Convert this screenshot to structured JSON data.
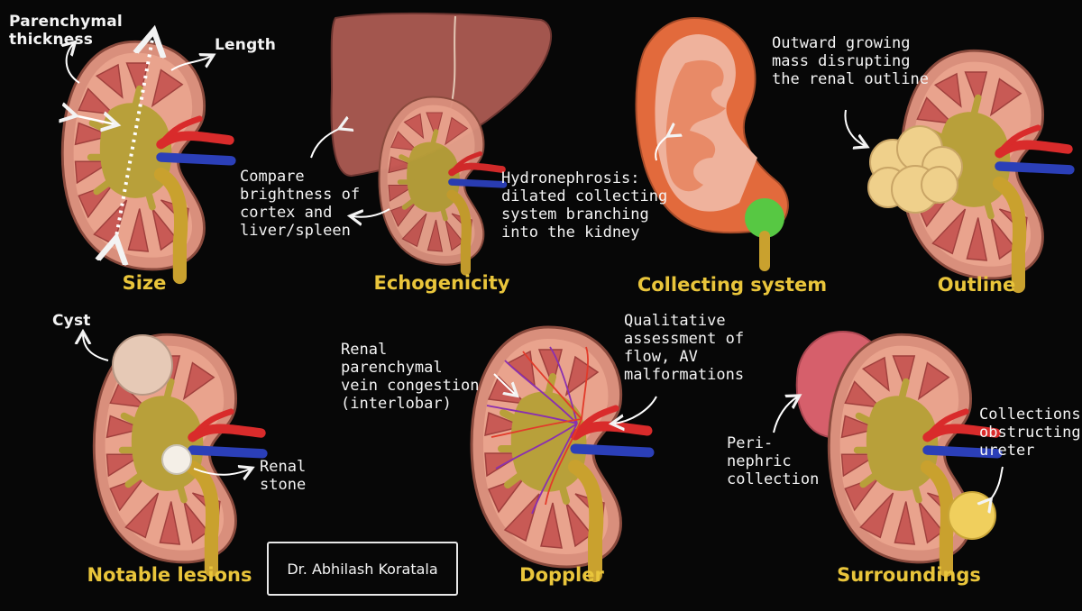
{
  "panels": {
    "size": {
      "title": "Size",
      "label_thickness": "Parenchymal\nthickness",
      "label_length": "Length"
    },
    "echogenicity": {
      "title": "Echogenicity",
      "label_compare": "Compare\nbrightness of\ncortex and\nliver/spleen"
    },
    "collecting": {
      "title": "Collecting system",
      "label_hydro": "Hydronephrosis:\ndilated collecting\nsystem branching\ninto the kidney"
    },
    "outline": {
      "title": "Outline",
      "label_mass": "Outward growing\nmass disrupting\nthe renal outline"
    },
    "lesions": {
      "title": "Notable lesions",
      "label_cyst": "Cyst",
      "label_stone": "Renal\nstone"
    },
    "doppler": {
      "title": "Doppler",
      "label_vein": "Renal\nparenchymal\nvein congestion\n(interlobar)",
      "label_flow": "Qualitative\nassessment of\nflow, AV\nmalformations"
    },
    "surroundings": {
      "title": "Surroundings",
      "label_peri": "Peri-\nnephric\ncollection",
      "label_ureter": "Collections\nobstructing\nureter"
    }
  },
  "credit": "Dr. Abhilash Koratala",
  "colors": {
    "title": "#e9c53b",
    "cortex": "#e9a38d",
    "pyramid": "#c85a55",
    "sinus": "#b8a03a",
    "artery": "#d92b2b",
    "vein": "#2b3fb8",
    "liver": "#a3564e",
    "ureter": "#c9a12e"
  }
}
